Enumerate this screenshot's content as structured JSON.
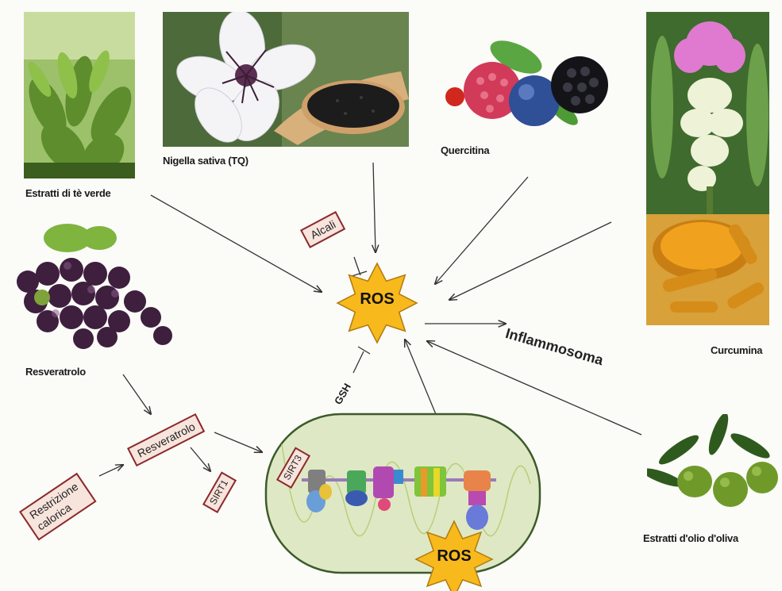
{
  "sources": {
    "green_tea": "Estratti di tè verde",
    "nigella": "Nigella sativa (TQ)",
    "quercetin": "Quercitina",
    "curcumin": "Curcumina",
    "resveratrol": "Resveratrolo",
    "olive_oil": "Estratti d'olio d'oliva"
  },
  "nodes": {
    "ros_center": "ROS",
    "ros_mito": "ROS",
    "inflammasome": "Inflammosoma",
    "alcali": "Alcali",
    "gsh": "GSH",
    "resveratrolo_box": "Resveratrolo",
    "restrizione_line1": "Restrizione",
    "restrizione_line2": "calorica",
    "sirt1": "SIRT1",
    "sirt3": "SIRT3"
  },
  "colors": {
    "star_fill": "#f8b91c",
    "star_stroke": "#b07a10",
    "box_border": "#8a2a2a",
    "box_fill": "#f7e4dc",
    "mito_fill": "#dfe8c4",
    "mito_stroke": "#3d5a2a",
    "arrow": "#333333"
  },
  "icons": [
    "green-tea-photo",
    "nigella-photo",
    "berries-photo",
    "curcuma-photo",
    "grapes-photo",
    "olives-photo",
    "mitochondrion",
    "ros-star"
  ]
}
